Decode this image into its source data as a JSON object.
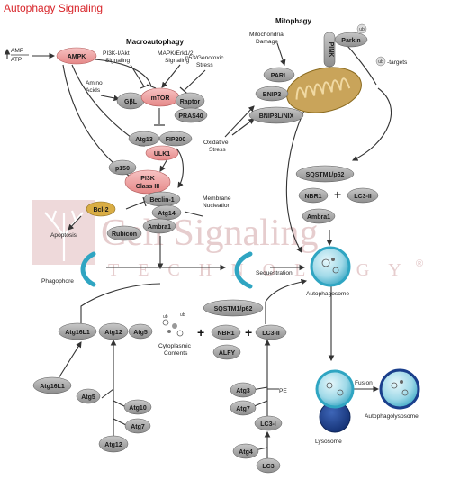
{
  "title": "Autophagy Signaling",
  "watermark": {
    "line1": "Cell Signaling",
    "line2": "TECHNOLOGY",
    "reg": "®"
  },
  "section_macro": "Macroautophagy",
  "section_mito": "Mitophagy",
  "labels": {
    "amp_atp_top": "AMP",
    "amp_atp_bottom": "ATP",
    "pi3k_akt_1": "PI3K-I/Akt",
    "pi3k_akt_2": "Signaling",
    "mapk_1": "MAPK/Erk1/2",
    "mapk_2": "Signaling",
    "p53_1": "p53/Genotoxic",
    "p53_2": "Stress",
    "amino_1": "Amino",
    "amino_2": "Acids",
    "mito_damage_1": "Mitochondrial",
    "mito_damage_2": "Damage",
    "oxidative_1": "Oxidative",
    "oxidative_2": "Stress",
    "membrane_1": "Membrane",
    "membrane_2": "Nucleation",
    "apoptosis": "Apoptosis",
    "phagophore": "Phagophore",
    "sequestration": "Sequestration",
    "autophagosome": "Autophagosome",
    "cytoplasmic_1": "Cytoplasmic",
    "cytoplasmic_2": "Contents",
    "pe": "PE",
    "fusion": "Fusion",
    "lysosome": "Lysosome",
    "autophagolysosome": "Autophagolysosome",
    "ub_targets": "-targets"
  },
  "nodes": {
    "ampk": "AMPK",
    "gbl": "GβL",
    "mtor": "mTOR",
    "raptor": "Raptor",
    "pras40": "PRAS40",
    "atg13": "Atg13",
    "fip200": "FIP200",
    "ulk1": "ULK1",
    "p150": "p150",
    "pi3k_class3_1": "PI3K",
    "pi3k_class3_2": "Class III",
    "bcl2": "Bcl-2",
    "beclin1": "Beclin-1",
    "atg14": "Atg14",
    "ambra1_left": "Ambra1",
    "rubicon": "Rubicon",
    "parl": "PARL",
    "bnip3": "BNIP3",
    "bnip3l": "BNIP3L/NIX",
    "pink": "PINK",
    "parkin": "Parkin",
    "ub": "ub",
    "sqstm1_top": "SQSTM1/p62",
    "nbr1_top": "NBR1",
    "lc3ii_top": "LC3-II",
    "ambra1_right": "Ambra1",
    "atg16l1_mid": "Atg16L1",
    "atg12_mid": "Atg12",
    "atg5_mid": "Atg5",
    "sqstm1_mid": "SQSTM1/p62",
    "nbr1_mid": "NBR1",
    "alfy": "ALFY",
    "lc3ii_mid": "LC3-II",
    "atg16l1_bot": "Atg16L1",
    "atg5_bot": "Atg5",
    "atg10": "Atg10",
    "atg7_bot": "Atg7",
    "atg12_bot": "Atg12",
    "atg3": "Atg3",
    "atg7_right": "Atg7",
    "lc3i": "LC3-I",
    "atg4": "Atg4",
    "lc3": "LC3"
  },
  "colors": {
    "pink_node": "#f2a4a4",
    "grey_node": "#a9a9a9",
    "bcl2": "#d9ad45",
    "cyan": "#2fa5c2",
    "mito": "#c9a45a",
    "lysosome": "#1a3f8c"
  }
}
